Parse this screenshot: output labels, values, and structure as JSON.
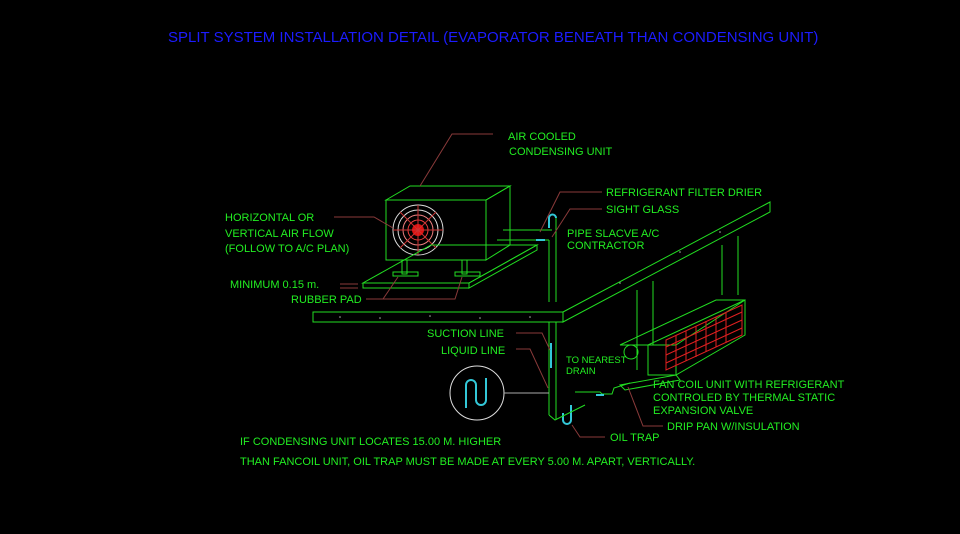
{
  "title": "SPLIT SYSTEM INSTALLATION DETAIL (EVAPORATOR BENEATH THAN CONDENSING UNIT)",
  "labels": {
    "air_cooled_1": "AIR COOLED",
    "air_cooled_2": "CONDENSING UNIT",
    "filter_drier": "REFRIGERANT FILTER DRIER",
    "sight_glass": "SIGHT GLASS",
    "airflow_1": "HORIZONTAL OR",
    "airflow_2": "VERTICAL AIR FLOW",
    "airflow_3": "(FOLLOW TO A/C PLAN)",
    "sleeve_1": "PIPE SLACVE A/C",
    "sleeve_2": "CONTRACTOR",
    "minimum": "MINIMUM 0.15 m.",
    "rubber_pad": "RUBBER PAD",
    "suction_line": "SUCTION LINE",
    "liquid_line": "LIQUID LINE",
    "drain_1": "TO NEAREST",
    "drain_2": "DRAIN",
    "fcu_1": "FAN COIL UNIT WITH REFRIGERANT",
    "fcu_2": "CONTROLED BY THERMAL STATIC",
    "fcu_3": "EXPANSION VALVE",
    "drip_pan": "DRIP PAN W/INSULATION",
    "oil_trap": "OIL TRAP"
  },
  "note": {
    "line1": "IF CONDENSING UNIT LOCATES 15.00 M. HIGHER",
    "line2": "THAN FANCOIL UNIT, OIL TRAP MUST BE MADE AT EVERY 5.00 M. APART, VERTICALLY."
  },
  "colors": {
    "text": "#22ee22",
    "title": "#1c1cff",
    "leader": "#8a3a3a",
    "pipe": "#33c8d8",
    "coil": "#e02020"
  }
}
